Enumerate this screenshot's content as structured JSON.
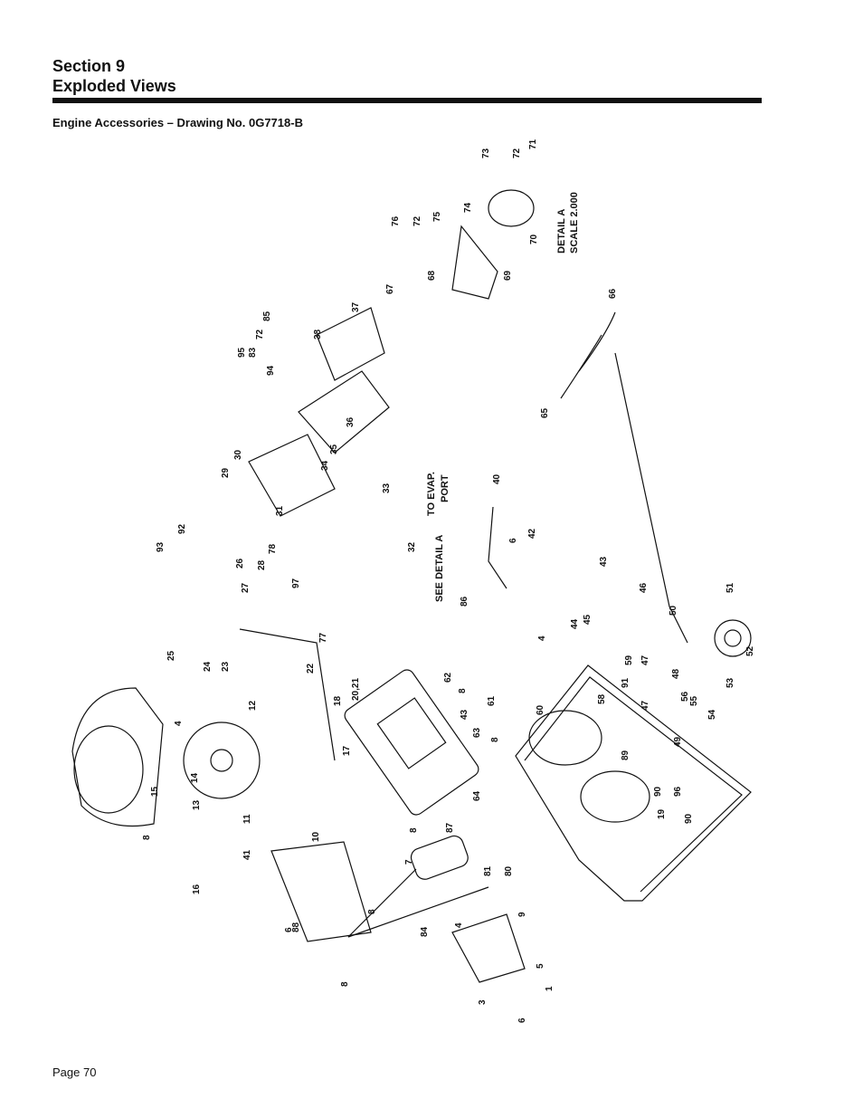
{
  "header": {
    "section": "Section 9",
    "title": "Exploded Views",
    "subtitle": "Engine Accessories – Drawing No. 0G7718-B"
  },
  "footer": {
    "page": "Page 70"
  },
  "drawing": {
    "notes": {
      "evap_line1": "TO EVAP.",
      "evap_line2": "PORT",
      "see_detail": "SEE DETAIL A",
      "detail_line1": "DETAIL A",
      "detail_line2": "SCALE 2.000"
    },
    "callouts": [
      "73",
      "72",
      "71",
      "74",
      "76",
      "72",
      "75",
      "70",
      "67",
      "68",
      "69",
      "66",
      "37",
      "38",
      "85",
      "72",
      "83",
      "95",
      "94",
      "36",
      "35",
      "65",
      "34",
      "33",
      "30",
      "29",
      "31",
      "93",
      "92",
      "27",
      "26",
      "28",
      "78",
      "97",
      "32",
      "40",
      "6",
      "42",
      "43",
      "86",
      "44",
      "45",
      "46",
      "47",
      "50",
      "51",
      "52",
      "53",
      "25",
      "24",
      "23",
      "77",
      "22",
      "20,21",
      "18",
      "62",
      "8",
      "43",
      "61",
      "60",
      "4",
      "58",
      "91",
      "59",
      "48",
      "47",
      "56",
      "55",
      "54",
      "49",
      "89",
      "90",
      "96",
      "19",
      "90",
      "12",
      "4",
      "15",
      "14",
      "13",
      "11",
      "17",
      "63",
      "8",
      "64",
      "8",
      "87",
      "81",
      "80",
      "7",
      "41",
      "10",
      "16",
      "8",
      "8",
      "88",
      "84",
      "4",
      "9",
      "8",
      "6",
      "3",
      "5",
      "6",
      "1"
    ]
  }
}
